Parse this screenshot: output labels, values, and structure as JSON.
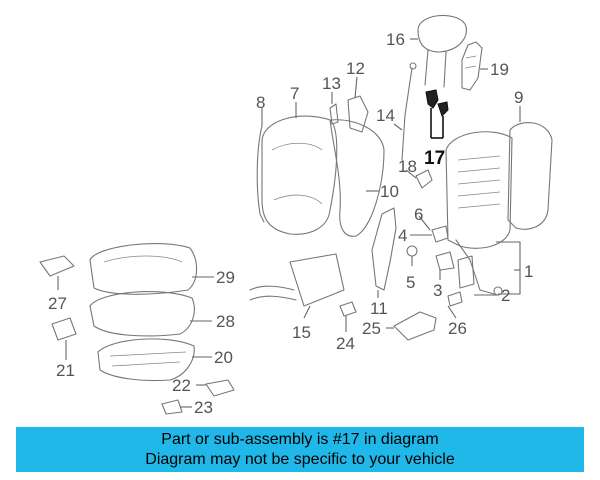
{
  "diagram": {
    "callouts": [
      "1",
      "2",
      "3",
      "4",
      "5",
      "6",
      "7",
      "8",
      "9",
      "10",
      "11",
      "12",
      "13",
      "14",
      "15",
      "16",
      "17",
      "18",
      "19",
      "20",
      "21",
      "22",
      "23",
      "24",
      "25",
      "26",
      "27",
      "28",
      "29"
    ],
    "highlighted": "17"
  },
  "banner": {
    "line1": "Part or sub-assembly is #17 in diagram",
    "line2": "Diagram may not be specific to your vehicle",
    "color": "#1fb8e8"
  }
}
